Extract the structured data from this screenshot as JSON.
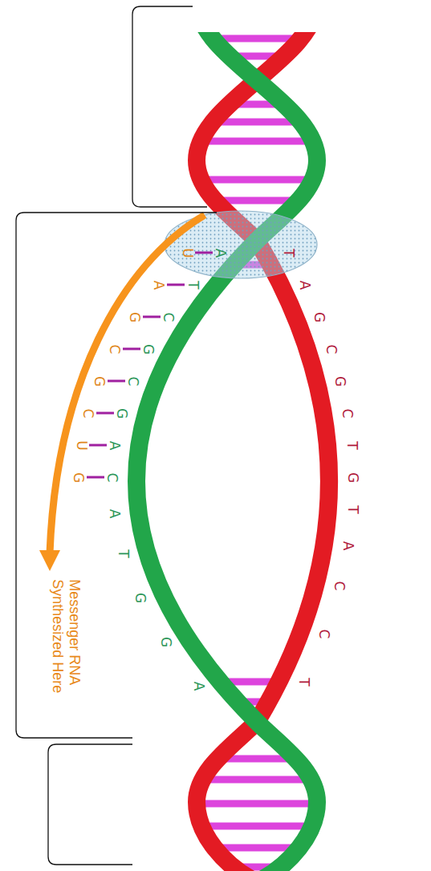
{
  "diagram": {
    "labels": [
      "U",
      "A",
      "G",
      "C",
      "G",
      "C",
      "U",
      "G",
      "A",
      "T",
      "C",
      "G",
      "C",
      "G",
      "A",
      "C",
      "A",
      "T",
      "G",
      "G",
      "A",
      "T",
      "A",
      "G",
      "C",
      "G",
      "C",
      "T",
      "G",
      "T",
      "A",
      "C",
      "C",
      "T",
      "Messenger RNA Synthesized Here"
    ]
  }
}
